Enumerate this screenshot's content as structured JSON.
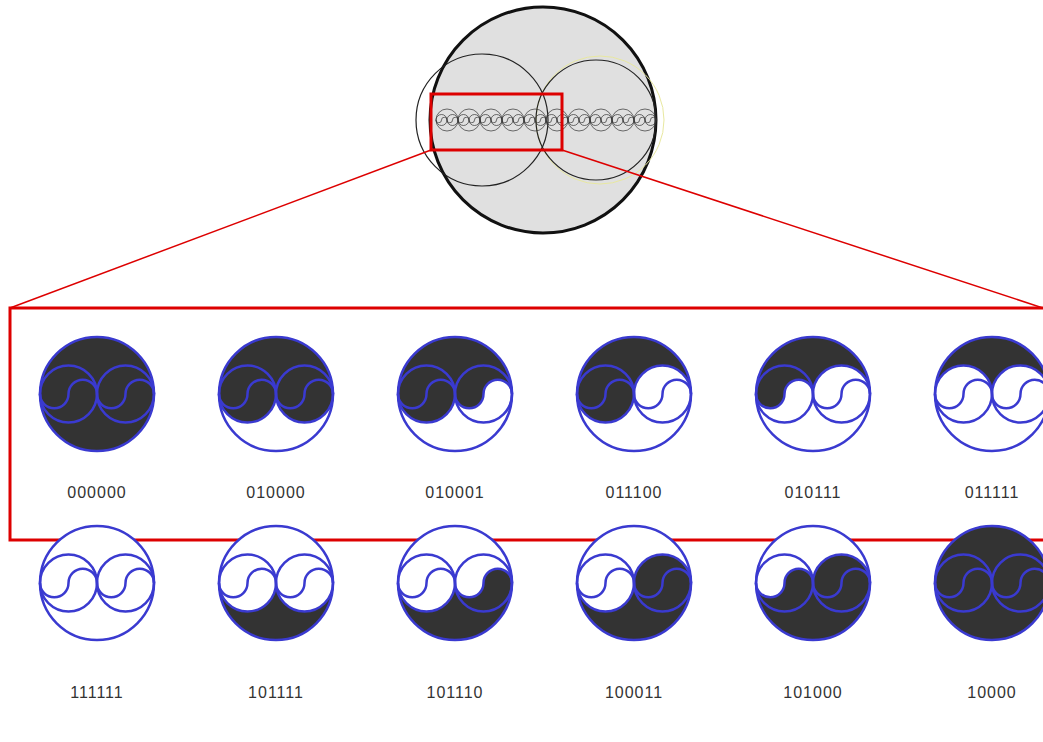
{
  "diagram": {
    "labels": [
      "000000",
      "010000",
      "010001",
      "011100",
      "010111",
      "011111",
      "111111",
      "101111",
      "101110",
      "100011",
      "101000",
      "10000"
    ]
  }
}
